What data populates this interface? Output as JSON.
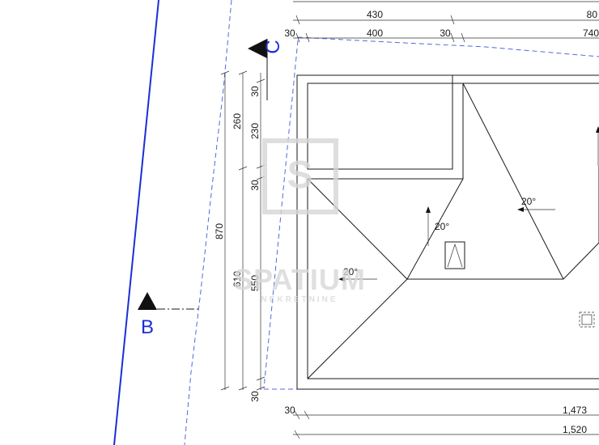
{
  "dimensions": {
    "top_row1": {
      "a": "430",
      "b": "80"
    },
    "top_row2": {
      "a": "30",
      "b": "400",
      "c": "30",
      "d": "740"
    },
    "left_outer": "870",
    "left_mid": {
      "a": "260",
      "b": "610"
    },
    "left_inner": {
      "a": "30",
      "b": "230",
      "c": "30",
      "d": "550",
      "e": "30"
    },
    "bottom": {
      "a": "30",
      "b": "1,473",
      "c": "1,520"
    }
  },
  "slopes": {
    "left": "20°",
    "center": "20°",
    "right": "20°"
  },
  "sections": {
    "b": "B",
    "c": "C"
  },
  "watermark": {
    "logo": "S",
    "name": "SPATIUM",
    "sub": "NEKRETNINE"
  }
}
